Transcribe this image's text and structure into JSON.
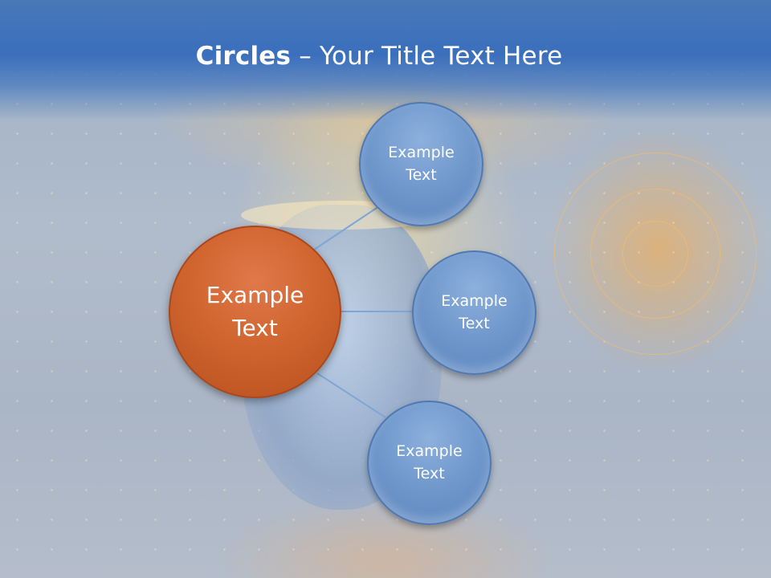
{
  "slide": {
    "title_bold": "Circles",
    "title_rest": " – Your Title Text Here"
  },
  "center": {
    "line1": "Example",
    "line2": "Text"
  },
  "satellites": [
    {
      "line1": "Example",
      "line2": "Text"
    },
    {
      "line1": "Example",
      "line2": "Text"
    },
    {
      "line1": "Example",
      "line2": "Text"
    }
  ],
  "colors": {
    "header": "#3a6fbc",
    "center_fill": "#d0652f",
    "satellite_fill": "#6f97cc",
    "connector": "#7ea6d6"
  }
}
